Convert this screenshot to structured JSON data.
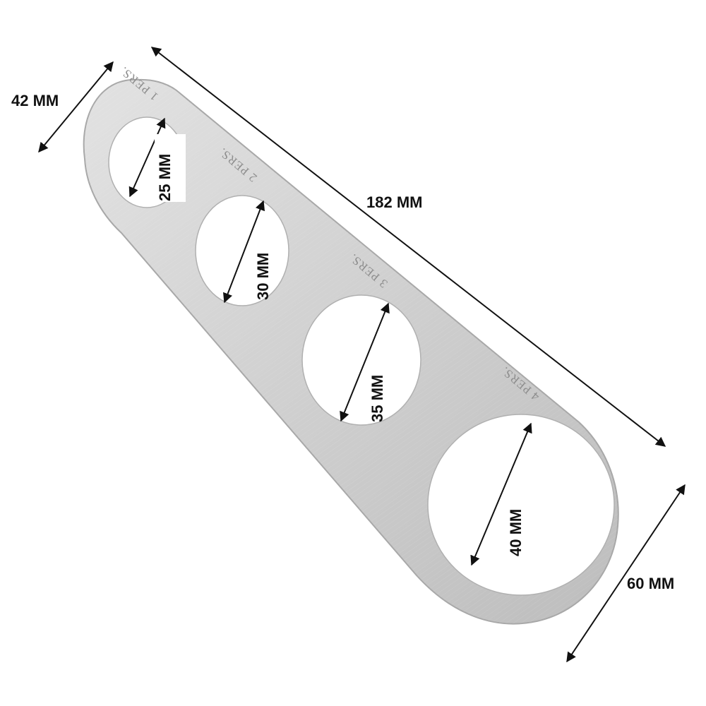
{
  "dimensions": {
    "width_small_end": "42 MM",
    "length": "182 MM",
    "width_large_end": "60 MM"
  },
  "holes": [
    {
      "diameter_label": "25 MM",
      "engraving": "1 PERS."
    },
    {
      "diameter_label": "30 MM",
      "engraving": "2 PERS."
    },
    {
      "diameter_label": "35 MM",
      "engraving": "3 PERS."
    },
    {
      "diameter_label": "40 MM",
      "engraving": "4 PERS."
    }
  ],
  "colors": {
    "steel_light": "#dcdcdc",
    "steel_dark": "#bdbdbd",
    "steel_edge": "#a8a8a8",
    "ink": "#111111",
    "engraving": "#8e8e8e"
  }
}
